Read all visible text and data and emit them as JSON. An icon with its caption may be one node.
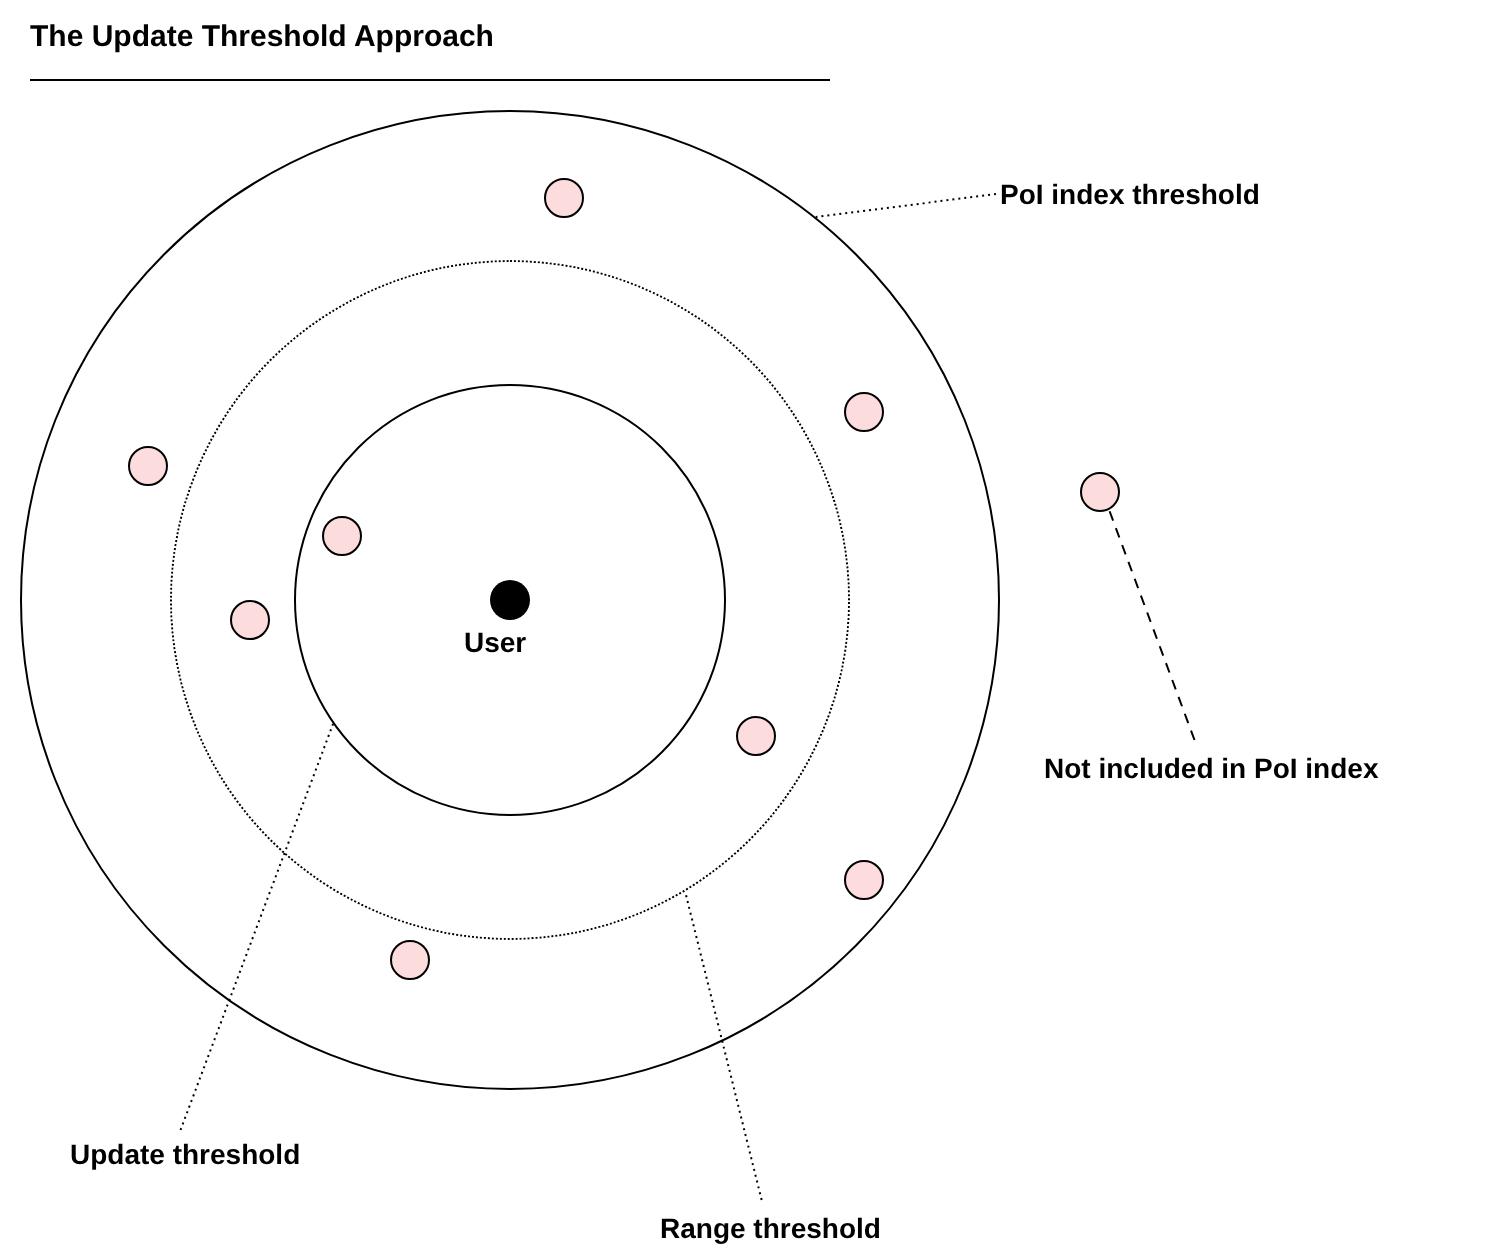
{
  "diagram": {
    "title": "The Update Threshold Approach",
    "nodes": [
      {
        "text": [],
        "shape": "circle"
      },
      {
        "text": [],
        "shape": "circle",
        "in": 0
      },
      {
        "text": [],
        "shape": "circle",
        "in": 1
      },
      {
        "text": [
          "User"
        ],
        "in": 2
      },
      {
        "text": [],
        "shape": "circle",
        "in": 0
      },
      {
        "text": [],
        "shape": "circle",
        "in": 0
      },
      {
        "text": [],
        "shape": "circle",
        "in": 0
      },
      {
        "text": [],
        "shape": "circle"
      },
      {
        "text": [],
        "shape": "circle",
        "in": 2
      },
      {
        "text": [],
        "shape": "circle",
        "in": 1
      },
      {
        "text": [],
        "shape": "circle",
        "in": 1
      },
      {
        "text": [],
        "shape": "circle",
        "in": 0
      },
      {
        "text": [],
        "shape": "circle",
        "in": 0
      },
      {
        "text": [
          "PoI index threshold"
        ]
      },
      {
        "text": [
          "Not included in PoI index"
        ]
      },
      {
        "text": [
          "Update threshold"
        ]
      },
      {
        "text": [
          "Range threshold"
        ]
      }
    ],
    "edges": [
      {
        "from": 13,
        "to": 0,
        "arrow": "none"
      },
      {
        "from": 14,
        "to": 7,
        "arrow": "none",
        "style": "dashed"
      },
      {
        "from": 15,
        "to": 2,
        "arrow": "none"
      },
      {
        "from": 16,
        "to": 1,
        "arrow": "none"
      }
    ]
  }
}
